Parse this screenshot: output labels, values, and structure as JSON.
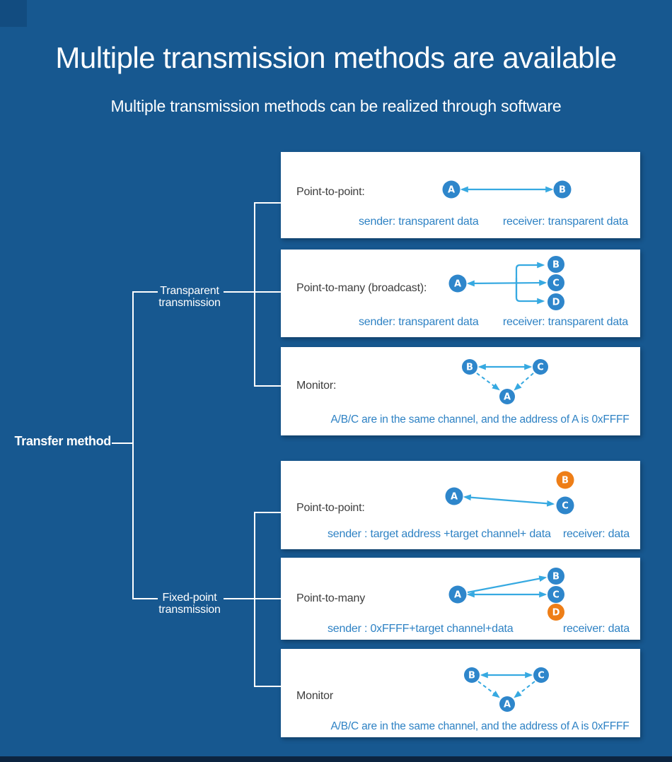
{
  "header": {
    "title": "Multiple transmission methods are available",
    "subtitle": "Multiple transmission methods can be realized through software"
  },
  "tree": {
    "root_label": "Transfer method",
    "branches": [
      {
        "line1": "Transparent",
        "line2": "transmission"
      },
      {
        "line1": "Fixed-point",
        "line2": "transmission"
      }
    ]
  },
  "cards": [
    {
      "label": "Point-to-point:",
      "sender": "sender: transparent data",
      "receiver": "receiver: transparent data",
      "nodes": [
        "A",
        "B"
      ]
    },
    {
      "label": "Point-to-many (broadcast):",
      "sender": "sender: transparent data",
      "receiver": "receiver: transparent data",
      "nodes": [
        "A",
        "B",
        "C",
        "D"
      ]
    },
    {
      "label": "Monitor:",
      "note": "A/B/C are in the same channel, and the address of A is 0xFFFF",
      "nodes": [
        "B",
        "C",
        "A"
      ]
    },
    {
      "label": "Point-to-point:",
      "sender": "sender : target address +target channel+ data",
      "receiver": "receiver: data",
      "nodes": [
        "A",
        "B",
        "C"
      ]
    },
    {
      "label": "Point-to-many",
      "sender": "sender : 0xFFFF+target channel+data",
      "receiver": "receiver: data",
      "nodes": [
        "A",
        "B",
        "C",
        "D"
      ]
    },
    {
      "label": "Monitor",
      "note": "A/B/C are in the same channel, and the address of A is 0xFFFF",
      "nodes": [
        "B",
        "C",
        "A"
      ]
    }
  ],
  "colors": {
    "background": "#175890",
    "bottom_bar": "#0c2440",
    "card_background": "#ffffff",
    "tree_line": "#ffffff",
    "node_blue": "#2e86cb",
    "node_orange": "#ee7e17",
    "arrow_blue": "#36a9e1",
    "io_text_blue": "#2e82c4",
    "card_label_text": "#3e3e3e"
  }
}
